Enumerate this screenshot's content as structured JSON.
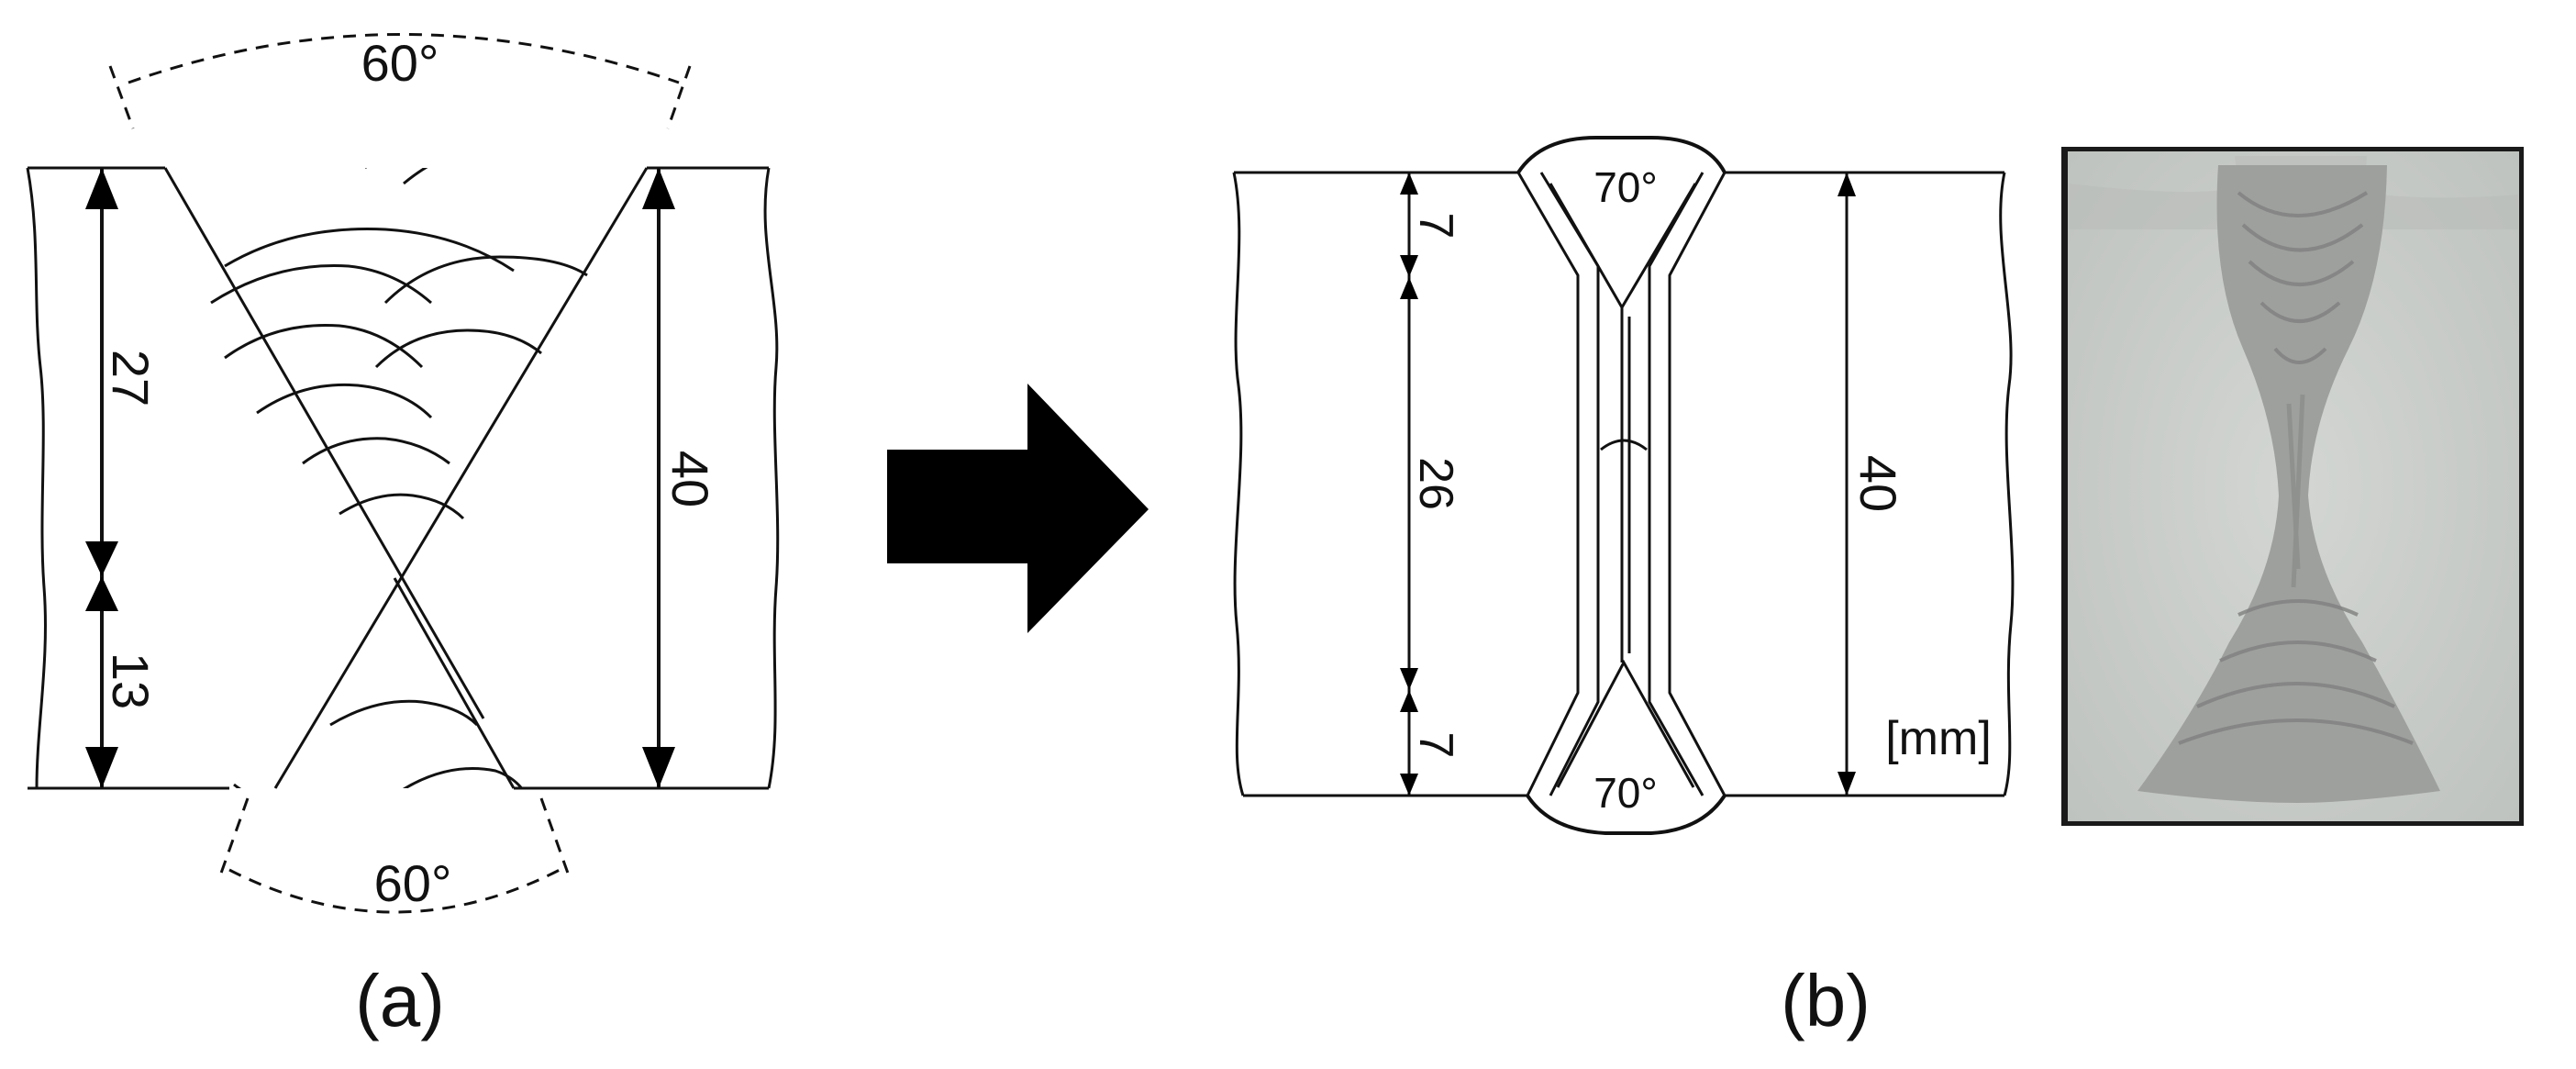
{
  "figure_a": {
    "caption": "(a)",
    "top_angle": "60°",
    "bottom_angle": "60°",
    "dim_upper": "27",
    "dim_lower": "13",
    "dim_total": "40"
  },
  "figure_b": {
    "caption": "(b)",
    "top_angle": "70°",
    "bottom_angle": "70°",
    "dim_top": "7",
    "dim_middle": "26",
    "dim_bottom": "7",
    "dim_total": "40",
    "unit": "[mm]"
  },
  "colors": {
    "line": "#111111",
    "arrow": "#000000",
    "photo_plate": "#c9ccc9",
    "photo_weld": "#9ea09e",
    "photo_border": "#1a1a1a"
  }
}
